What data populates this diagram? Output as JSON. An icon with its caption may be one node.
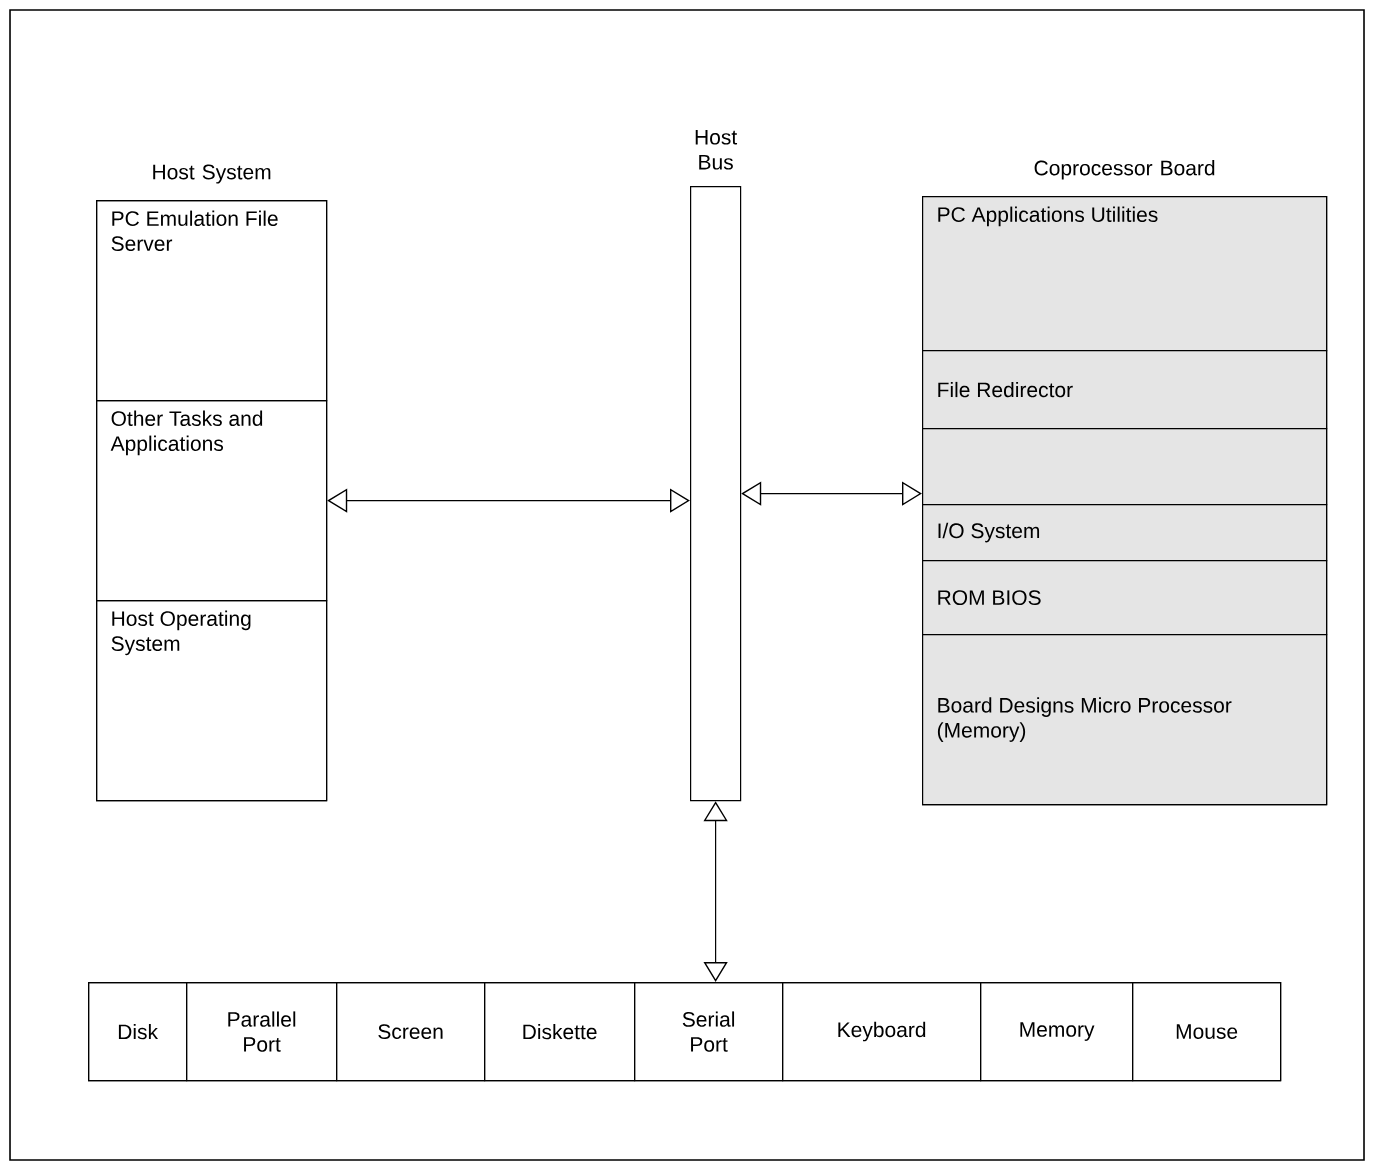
{
  "diagram": {
    "nodes": [
      {
        "text": [
          "Host System"
        ]
      },
      {
        "text": [
          "PC Emulation File Server"
        ],
        "in": 0
      },
      {
        "text": [
          "Other Tasks and Applications"
        ],
        "in": 0
      },
      {
        "text": [
          "Host Operating System"
        ],
        "in": 0
      },
      {
        "text": [
          "Host Bus"
        ]
      },
      {
        "text": [
          "Coprocessor Board"
        ]
      },
      {
        "text": [
          "PC Applications Utilities"
        ],
        "in": 5
      },
      {
        "text": [
          "File Redirector"
        ],
        "in": 5
      },
      {
        "text": [],
        "shape": "box",
        "in": 5
      },
      {
        "text": [
          "I/O System"
        ],
        "in": 5
      },
      {
        "text": [
          "ROM BIOS"
        ],
        "in": 5
      },
      {
        "text": [
          "Board Designs Micro Processor (Memory)"
        ],
        "in": 5
      },
      {
        "text": [],
        "shape": "box"
      },
      {
        "text": [
          "Disk"
        ],
        "in": 12
      },
      {
        "text": [
          "Parallel Port"
        ],
        "in": 12
      },
      {
        "text": [
          "Screen"
        ],
        "in": 12
      },
      {
        "text": [
          "Diskette"
        ],
        "in": 12
      },
      {
        "text": [
          "Serial Port"
        ],
        "in": 12
      },
      {
        "text": [
          "Keyboard"
        ],
        "in": 12
      },
      {
        "text": [
          "Memory"
        ],
        "in": 12
      },
      {
        "text": [
          "Mouse"
        ],
        "in": 12
      }
    ],
    "edges": [
      {
        "from": 0,
        "to": 4,
        "arrow": "both"
      },
      {
        "from": 4,
        "to": 5,
        "arrow": "both"
      },
      {
        "from": 4,
        "to": 12,
        "arrow": "both"
      }
    ]
  }
}
